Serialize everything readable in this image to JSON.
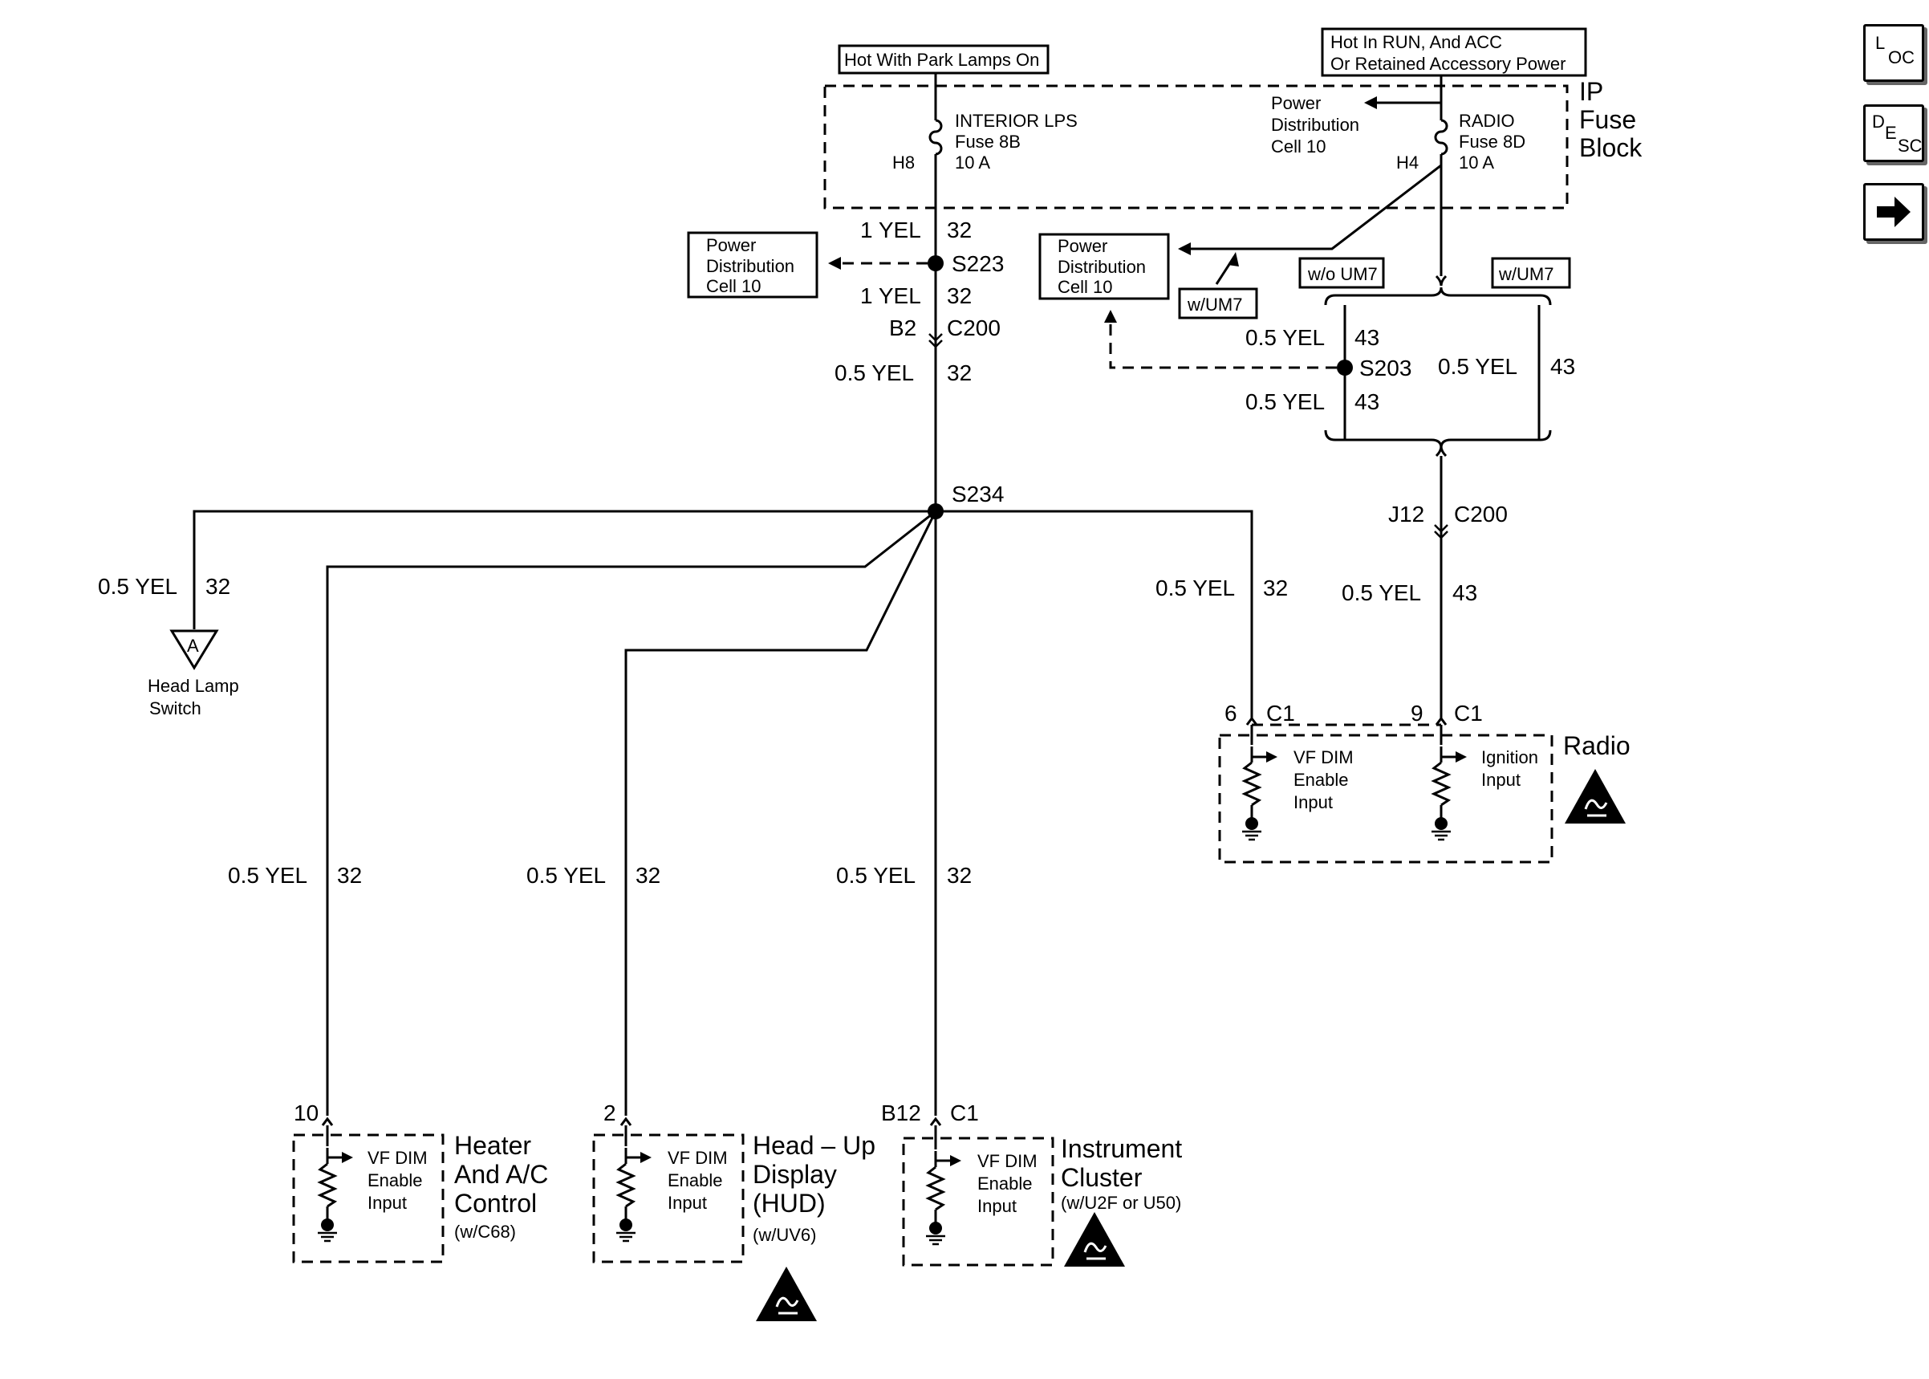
{
  "nav": {
    "loc_top": "L",
    "loc_sub": "OC",
    "desc_top": "D",
    "desc_mid": "E",
    "desc_sub": "SC"
  },
  "captions": {
    "hot_park": "Hot With Park Lamps On",
    "hot_run_1": "Hot In RUN, And ACC",
    "hot_run_2": "Or Retained Accessory Power"
  },
  "fuse_block": {
    "title_1": "IP",
    "title_2": "Fuse",
    "title_3": "Block",
    "fuse8b_1": "INTERIOR LPS",
    "fuse8b_2": "Fuse 8B",
    "fuse8b_3": "10 A",
    "fuse8b_term": "H8",
    "fuse8d_1": "RADIO",
    "fuse8d_2": "Fuse 8D",
    "fuse8d_3": "10 A",
    "fuse8d_term": "H4",
    "pd_1": "Power",
    "pd_2": "Distribution",
    "pd_3": "Cell 10"
  },
  "pd_box_left": {
    "l1": "Power",
    "l2": "Distribution",
    "l3": "Cell 10"
  },
  "pd_box_mid": {
    "l1": "Power",
    "l2": "Distribution",
    "l3": "Cell 10"
  },
  "options": {
    "wum7_a": "w/UM7",
    "wo_um7": "w/o UM7",
    "wum7_b": "w/UM7"
  },
  "wires": {
    "yel1": "1 YEL",
    "yel05": "0.5 YEL",
    "c32": "32",
    "c43": "43"
  },
  "splices": {
    "s223": "S223",
    "s234": "S234",
    "s203": "S203"
  },
  "connectors": {
    "b2": "B2",
    "c200": "C200",
    "j12": "J12",
    "c1": "C1",
    "pin6": "6",
    "pin9": "9",
    "pin10": "10",
    "pin2": "2",
    "b12": "B12"
  },
  "headlamp": {
    "glyph": "A",
    "l1": "Head Lamp",
    "l2": "Switch"
  },
  "modules": {
    "radio": {
      "name": "Radio",
      "in1_1": "VF DIM",
      "in1_2": "Enable",
      "in1_3": "Input",
      "in2_1": "Ignition",
      "in2_2": "Input"
    },
    "hvac": {
      "name_1": "Heater",
      "name_2": "And A/C",
      "name_3": "Control",
      "opt": "(w/C68)",
      "in_1": "VF DIM",
      "in_2": "Enable",
      "in_3": "Input"
    },
    "hud": {
      "name_1": "Head – Up",
      "name_2": "Display",
      "name_3": "(HUD)",
      "opt": "(w/UV6)",
      "in_1": "VF DIM",
      "in_2": "Enable",
      "in_3": "Input"
    },
    "ipc": {
      "name_1": "Instrument",
      "name_2": "Cluster",
      "opt": "(w/U2F or U50)",
      "in_1": "VF DIM",
      "in_2": "Enable",
      "in_3": "Input"
    }
  },
  "icons": [
    "esd-warning-icon",
    "arrow-right-icon",
    "fuse-icon",
    "ground-icon",
    "resistor-icon"
  ]
}
